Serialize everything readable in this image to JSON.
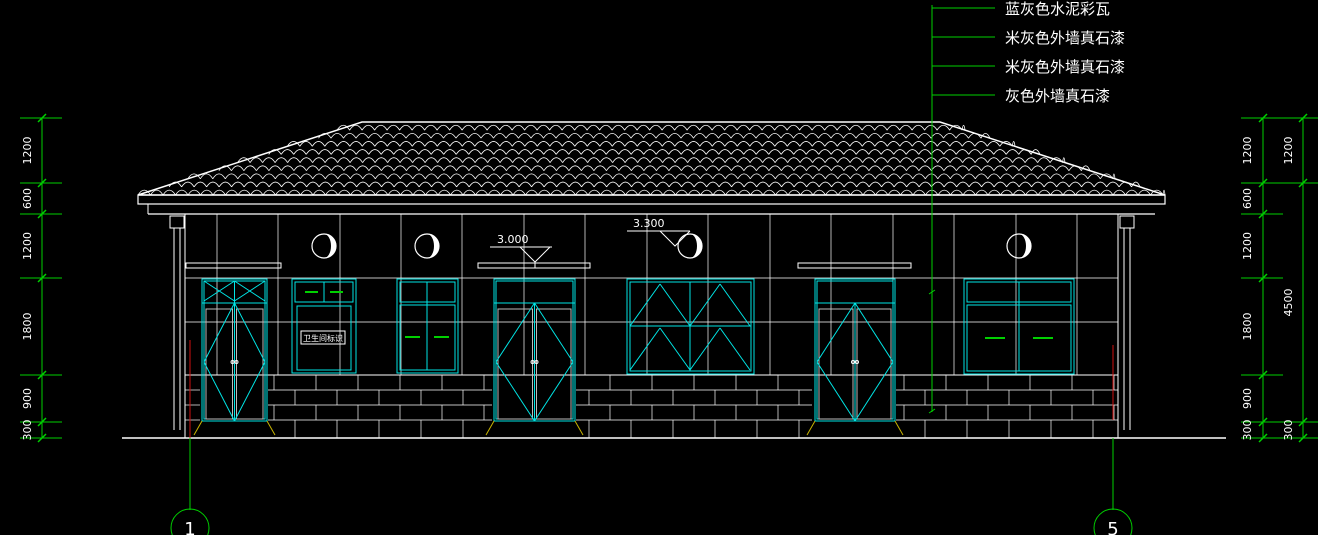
{
  "drawing": {
    "background": "#000000",
    "colors": {
      "outline": "#ffffff",
      "openings": "#00e5e5",
      "grid": "#ffffff",
      "dimensions": "#00d000",
      "leader": "#00d000",
      "axis": "#d01010",
      "roof": "#ffffff"
    },
    "material_notes": [
      "蓝灰色水泥彩瓦",
      "米灰色外墙真石漆",
      "米灰色外墙真石漆",
      "灰色外墙真石漆"
    ],
    "level_marks": [
      "3.000",
      "3.300"
    ],
    "axis_labels": [
      "1",
      "5"
    ],
    "dimensions_left": [
      "1200",
      "600",
      "1200",
      "1800",
      "900",
      "300"
    ],
    "dimensions_right_inner": [
      "1200",
      "600",
      "1200",
      "1800",
      "900",
      "300"
    ],
    "dimensions_right_outer": [
      "1200",
      "4500",
      "300"
    ],
    "window_sign": "卫生间标识",
    "icons": [
      "moon-vent-icon",
      "axis-bubble-icon",
      "level-triangle-icon",
      "door-handle-icon"
    ]
  }
}
